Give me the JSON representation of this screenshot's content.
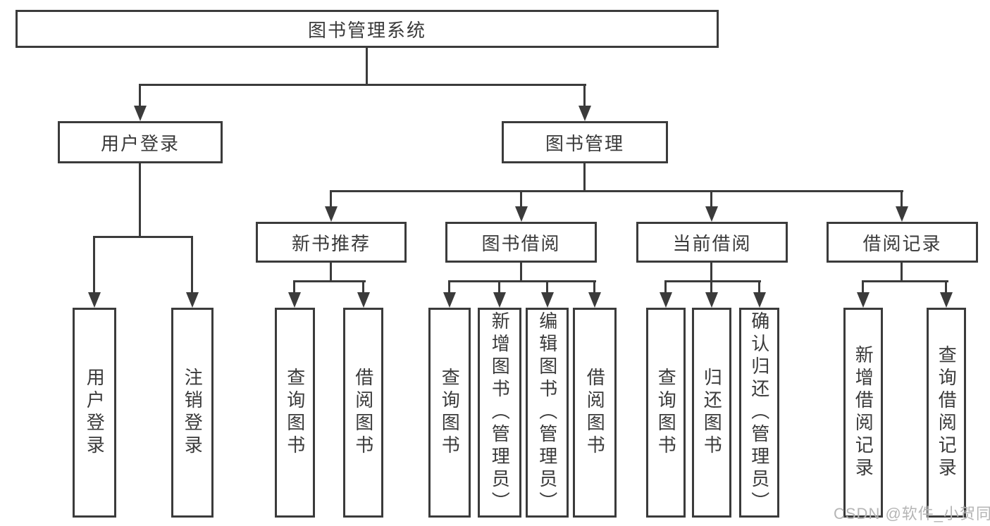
{
  "tree": {
    "root": {
      "label": "图书管理系统",
      "children": [
        {
          "label": "用户登录",
          "children": [
            {
              "label": "用户登录"
            },
            {
              "label": "注销登录"
            }
          ]
        },
        {
          "label": "图书管理",
          "children": [
            {
              "label": "新书推荐",
              "children": [
                {
                  "label": "查询图书"
                },
                {
                  "label": "借阅图书"
                }
              ]
            },
            {
              "label": "图书借阅",
              "children": [
                {
                  "label": "查询图书"
                },
                {
                  "label": "新增图书（管理员）"
                },
                {
                  "label": "编辑图书（管理员）"
                },
                {
                  "label": "借阅图书"
                }
              ]
            },
            {
              "label": "当前借阅",
              "children": [
                {
                  "label": "查询图书"
                },
                {
                  "label": "归还图书"
                },
                {
                  "label": "确认归还（管理员）"
                }
              ]
            },
            {
              "label": "借阅记录",
              "children": [
                {
                  "label": "新增借阅记录"
                },
                {
                  "label": "查询借阅记录"
                }
              ]
            }
          ]
        }
      ]
    }
  },
  "watermark": "CSDN @软件_小贺同学",
  "colors": {
    "line": "#3b3b3b",
    "text": "#3a3a3a",
    "box_fill": "#ffffff",
    "background": "#ffffff",
    "watermark": "#b5b5b5"
  }
}
